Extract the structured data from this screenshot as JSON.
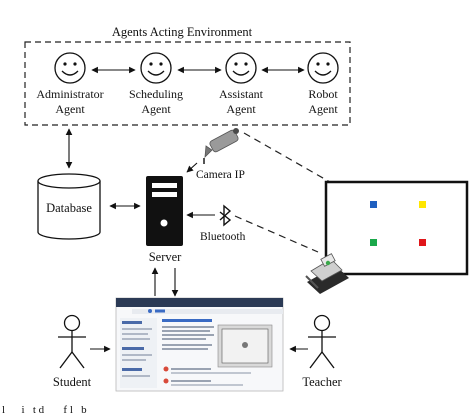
{
  "environment": {
    "title": "Agents Acting Environment",
    "agents": [
      {
        "line1": "Administrator",
        "line2": "Agent",
        "icon": "smiley-face-icon"
      },
      {
        "line1": "Scheduling",
        "line2": "Agent",
        "icon": "smiley-face-icon"
      },
      {
        "line1": "Assistant",
        "line2": "Agent",
        "icon": "smiley-face-icon"
      },
      {
        "line1": "Robot",
        "line2": "Agent",
        "icon": "smiley-face-icon"
      }
    ]
  },
  "database": {
    "label": "Database"
  },
  "server": {
    "label": "Server"
  },
  "camera": {
    "label": "Camera IP",
    "icon": "camera-icon"
  },
  "bluetooth": {
    "label": "Bluetooth",
    "icon": "bluetooth-icon"
  },
  "actors": {
    "student": "Student",
    "teacher": "Teacher"
  },
  "field": {
    "markers": [
      {
        "color": "#1f5fbf"
      },
      {
        "color": "#ffe600"
      },
      {
        "color": "#1aa84a"
      },
      {
        "color": "#e0161a"
      }
    ]
  },
  "caption_fragment": "l      i   t d       f l   b"
}
